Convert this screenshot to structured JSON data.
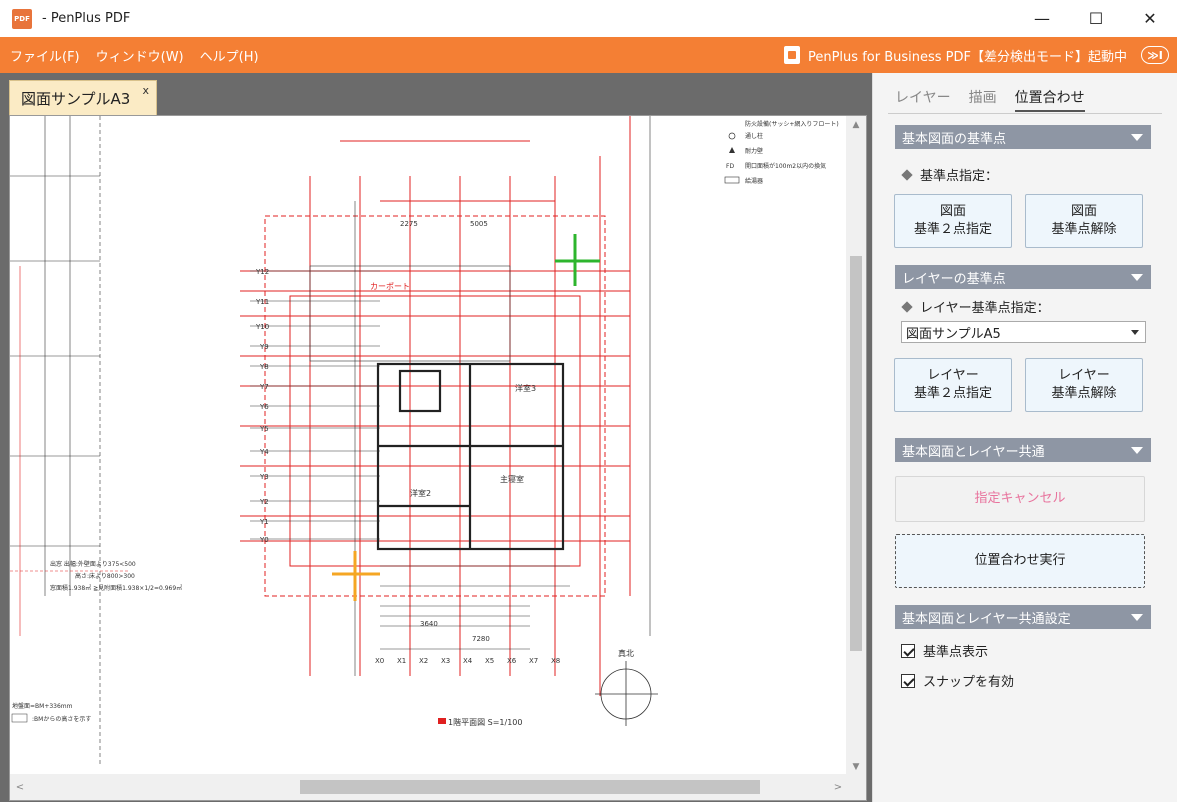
{
  "window": {
    "title": "- PenPlus PDF",
    "app_icon": "PDF",
    "controls": {
      "minimize": "—",
      "maximize": "☐",
      "close": "✕"
    }
  },
  "menu": {
    "items": [
      "ファイル(F)",
      "ウィンドウ(W)",
      "ヘルプ(H)"
    ],
    "mode_text": "PenPlus for Business PDF【差分検出モード】起動中",
    "mode_button": "≫I"
  },
  "document": {
    "tab_label": "図面サンプルA3",
    "tab_close": "x",
    "drawing_title": "1階平面図  S=1/100",
    "north_label": "真北",
    "legend": [
      "防火設備(サッシ+網入りフロート)",
      "通し柱",
      "耐力壁",
      "開口面積が100m2以内の換気",
      "給湯器"
    ],
    "legend_fd": "FD",
    "notes": [
      "出窓  出幅:外壁面より375<500",
      "高さ:床より800>300",
      "窓面積1.938㎡ ≧見附面積1.938×1/2=0.969㎡"
    ],
    "gl_note": "地盤面=BM+336mm",
    "bm_note": ":BMからの高さを示す",
    "rooms": [
      "洋室2",
      "洋室3",
      "主寝室",
      "カーポート"
    ],
    "axis_x": [
      "X0",
      "X1",
      "X2",
      "X3",
      "X4",
      "X5",
      "X6",
      "X7",
      "X8"
    ],
    "axis_y": [
      "Y12",
      "Y11",
      "Y10",
      "Y9",
      "Y8",
      "Y7",
      "Y6",
      "Y5",
      "Y4",
      "Y3",
      "Y2",
      "Y1",
      "Y0"
    ],
    "dims": [
      "7280",
      "5005",
      "2275",
      "3640"
    ],
    "scroll_arrows": {
      "up": "▲",
      "down": "▼",
      "left": "<",
      "right": ">"
    }
  },
  "panel": {
    "tabs": [
      "レイヤー",
      "描画",
      "位置合わせ"
    ],
    "active_tab": "位置合わせ",
    "sec1": "基本図面の基準点",
    "sec1_label": "基準点指定：",
    "btn_base2_l1": "図面",
    "btn_base2_l2": "基準２点指定",
    "btn_baseclr_l1": "図面",
    "btn_baseclr_l2": "基準点解除",
    "sec2": "レイヤーの基準点",
    "sec2_label": "レイヤー基準点指定：",
    "layer_select": "図面サンプルA5",
    "btn_lay2_l1": "レイヤー",
    "btn_lay2_l2": "基準２点指定",
    "btn_layclr_l1": "レイヤー",
    "btn_layclr_l2": "基準点解除",
    "sec3": "基本図面とレイヤー共通",
    "btn_cancel": "指定キャンセル",
    "btn_align": "位置合わせ実行",
    "sec4": "基本図面とレイヤー共通設定",
    "chk1": "基準点表示",
    "chk2": "スナップを有効"
  },
  "colors": {
    "accent": "#f47f34",
    "section": "#8e96a4",
    "marker_green": "#2db52d",
    "marker_orange": "#f5a623",
    "drawing_red": "#e02020"
  }
}
